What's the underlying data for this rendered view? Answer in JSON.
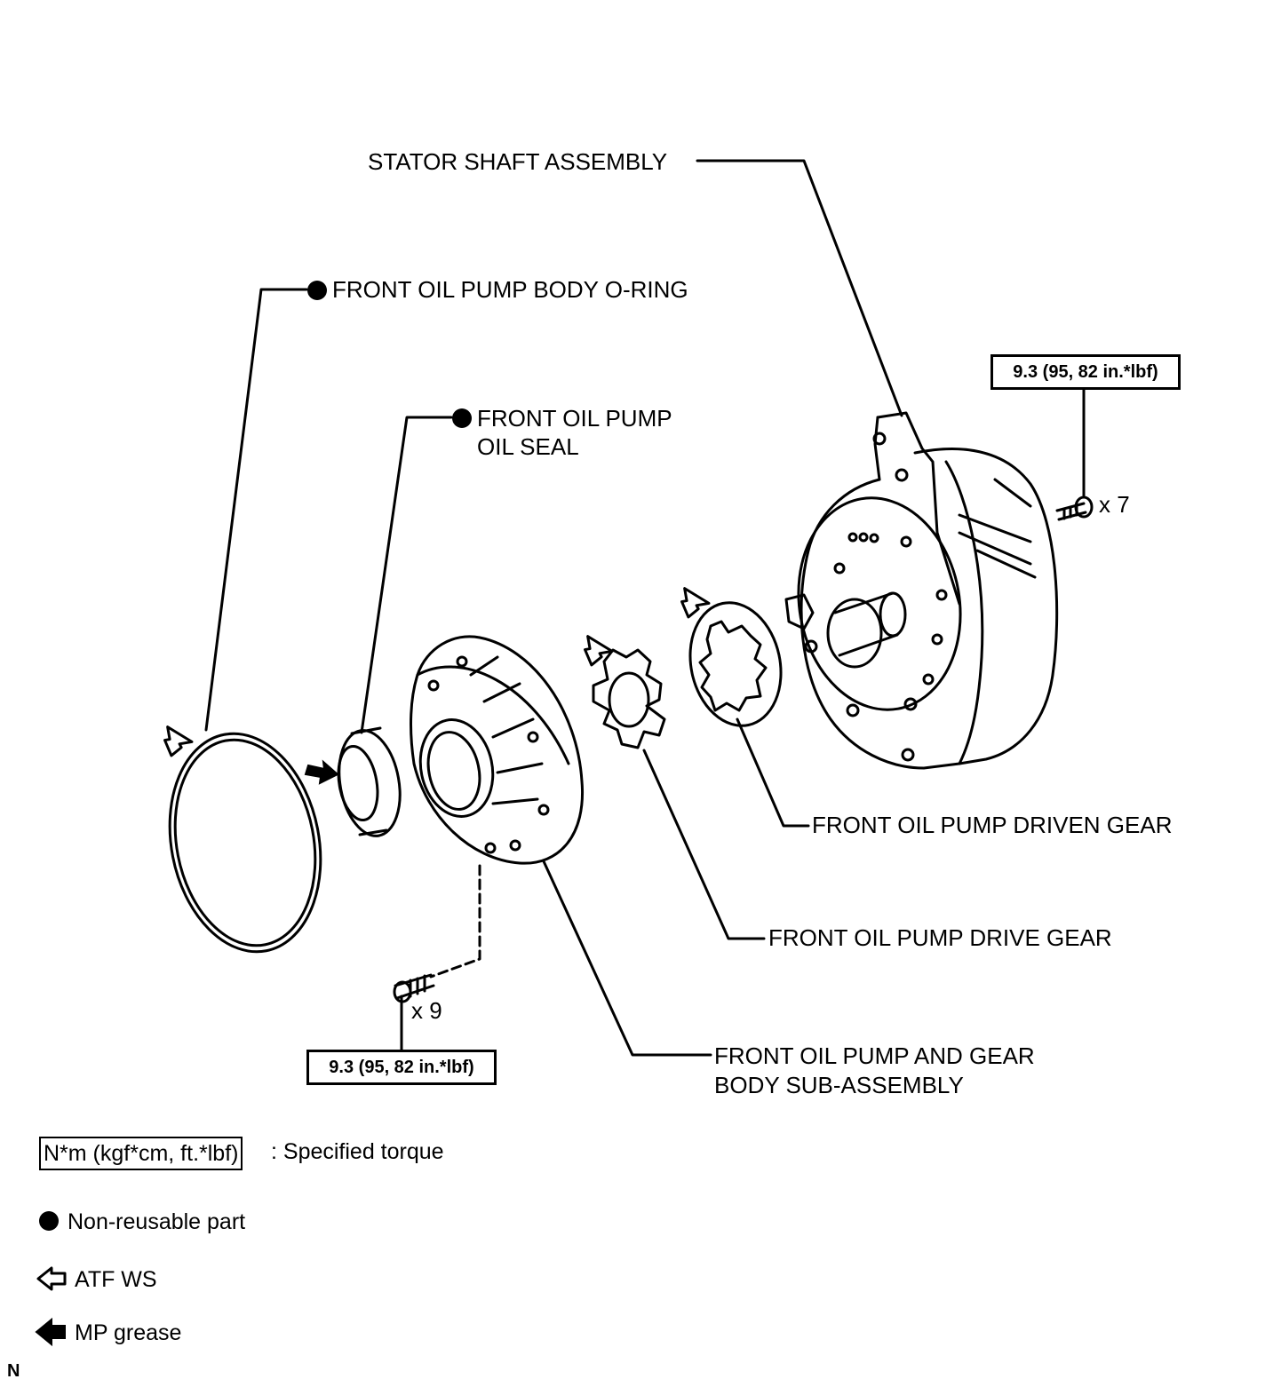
{
  "labels": {
    "stator_shaft": "STATOR SHAFT ASSEMBLY",
    "oring": "FRONT OIL PUMP BODY O-RING",
    "oil_seal_line1": "FRONT OIL PUMP",
    "oil_seal_line2": "OIL SEAL",
    "driven_gear": "FRONT OIL PUMP DRIVEN GEAR",
    "drive_gear": "FRONT OIL PUMP DRIVE GEAR",
    "pump_body_line1": "FRONT OIL PUMP AND GEAR",
    "pump_body_line2": "BODY SUB-ASSEMBLY"
  },
  "torque": {
    "upper": "9.3 (95, 82 in.*lbf)",
    "upper_qty": "x 7",
    "lower": "9.3 (95, 82 in.*lbf)",
    "lower_qty": "x 9"
  },
  "legend": {
    "torque_unit": "N*m (kgf*cm, ft.*lbf)",
    "torque_desc": ": Specified torque",
    "non_reusable": "Non-reusable part",
    "atf": "ATF WS",
    "grease": "MP grease"
  },
  "corner_mark": "N",
  "icons": {
    "non_reusable": "filled-circle-icon",
    "atf": "hollow-arrow-icon",
    "grease": "solid-arrow-icon"
  }
}
